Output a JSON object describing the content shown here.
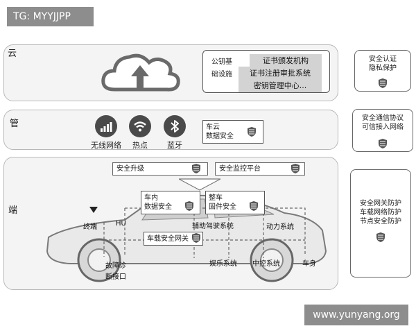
{
  "watermarks": {
    "top_left": "TG: MYYJJPP",
    "bottom_right": "www.yunyang.org"
  },
  "cloud": {
    "label": "云",
    "pki_line1": "公钥基",
    "pki_line2": "础设施",
    "items": [
      "证书颁发机构",
      "证书注册审批系统",
      "密钥管理中心..."
    ],
    "right_card": [
      "安全认证",
      "隐私保护"
    ]
  },
  "pipe": {
    "label": "管",
    "networks": [
      {
        "label": "无线网络",
        "icon": "signal-bars-icon"
      },
      {
        "label": "热点",
        "icon": "wifi-icon"
      },
      {
        "label": "蓝牙",
        "icon": "bluetooth-icon"
      }
    ],
    "car_cloud": [
      "车云",
      "数据安全"
    ],
    "right_card": [
      "安全通信协议",
      "可信接入网络"
    ]
  },
  "end": {
    "label": "端",
    "secure_upgrade": "安全升级",
    "secure_monitor": "安全监控平台",
    "in_car_data": [
      "车内",
      "数据安全"
    ],
    "vehicle_firmware": [
      "整车",
      "固件安全"
    ],
    "terminal": "终端",
    "hu": "HU",
    "adas": "辅助驾驶系统",
    "powertrain": "动力系统",
    "gateway": "车载安全网关",
    "diag": [
      "故障诊",
      "断接口"
    ],
    "infotainment": "娱乐系统",
    "central_control": "中控系统",
    "body": "车身",
    "right_card": [
      "安全网关防护",
      "车载网络防护",
      "节点安全防护"
    ]
  }
}
